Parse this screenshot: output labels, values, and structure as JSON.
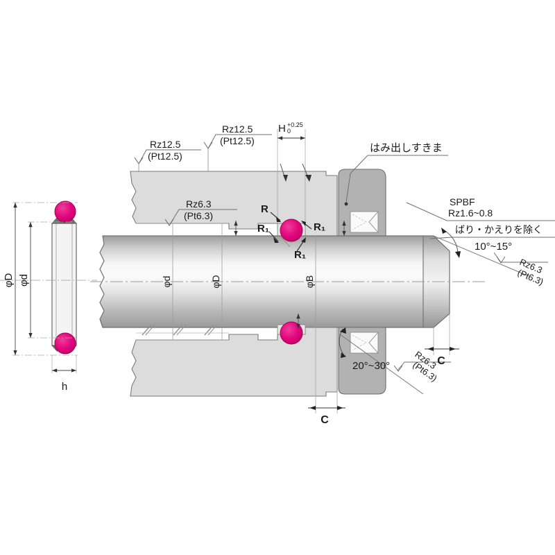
{
  "drawing": {
    "title": "Rod seal groove installation drawing (SPBF)",
    "colors": {
      "seal": "#E3097E",
      "seal_dark": "#B8005F",
      "housing_light": "#DCDCDC",
      "housing_mid": "#C9C9C9",
      "housing_dark": "#B2B2B2",
      "shaft_light": "#FAFAFA",
      "shaft_mid": "#D2D2D2",
      "shaft_dark": "#A9A9A9",
      "line": "#555555",
      "text": "#1a1a1a"
    }
  },
  "annotations": {
    "surface_finish_1": {
      "line1": "Rz12.5",
      "line2": "(Pt12.5)"
    },
    "surface_finish_2": {
      "line1": "Rz12.5",
      "line2": "(Pt12.5)"
    },
    "surface_finish_3": {
      "line1": "Rz6.3",
      "line2": "(Pt6.3)"
    },
    "surface_finish_4": {
      "line1": "Rz6.3",
      "line2": "(Pt6.3)"
    },
    "surface_finish_5": {
      "line1": "Rz6.3",
      "line2": "(Pt6.3)"
    },
    "height_dim": {
      "symbol": "H",
      "tol_upper": "+0.25",
      "tol_lower": "0"
    },
    "extrusion_gap": "はみ出しすきま",
    "spbf": {
      "line1": "SPBF",
      "line2": "Rz1.6~0.8",
      "line3": "ばり・かえりを除く"
    },
    "angle_top": "10°~15°",
    "angle_bottom": "20°~30°",
    "radius_r": "R",
    "radius_r1_a": "R₁",
    "radius_r1_b": "R₁",
    "radius_r1_c": "R₁",
    "chamfer_right": "C",
    "chamfer_bottom": "C"
  },
  "diameters": {
    "phi_d_section": "φd",
    "phi_D_section": "φD",
    "width_h": "h",
    "phi_d_main": "φd",
    "phi_D_main": "φD",
    "phi_B_main": "φB"
  }
}
